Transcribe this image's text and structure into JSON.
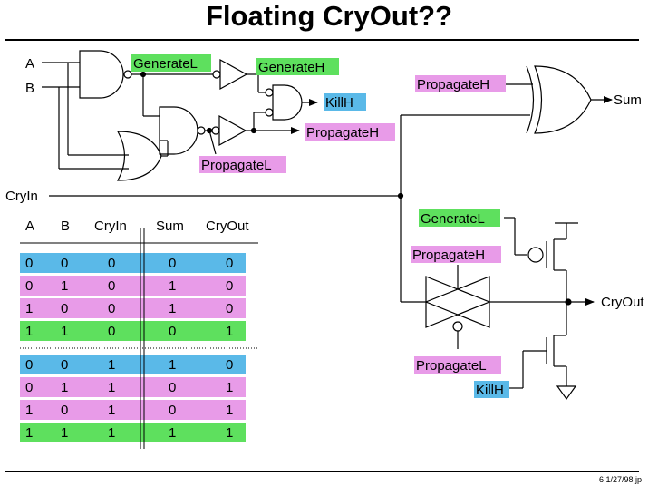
{
  "title": "Floating CryOut??",
  "footer": "6  1/27/98  jp",
  "colors": {
    "green": "#5ee05e",
    "magenta": "#e89be8",
    "blue": "#5ab9e8"
  },
  "labels": {
    "a": "A",
    "b": "B",
    "cryin": "CryIn",
    "generate_l_top": "GenerateL",
    "generate_h": "GenerateH",
    "kill_h_top": "KillH",
    "propagate_h_mid": "PropagateH",
    "propagate_l_mid": "PropagateL",
    "propagate_h_xor": "PropagateH",
    "sum": "Sum",
    "generate_l_right": "GenerateL",
    "propagate_h_tgate": "PropagateH",
    "propagate_l_tgate": "PropagateL",
    "kill_h_right": "KillH",
    "cryout": "CryOut"
  },
  "truth_table": {
    "headers": [
      "A",
      "B",
      "CryIn",
      "Sum",
      "CryOut"
    ],
    "rows": [
      {
        "values": [
          "0",
          "0",
          "0",
          "0",
          "0"
        ],
        "color": "blue"
      },
      {
        "values": [
          "0",
          "1",
          "0",
          "1",
          "0"
        ],
        "color": "magenta"
      },
      {
        "values": [
          "1",
          "0",
          "0",
          "1",
          "0"
        ],
        "color": "magenta"
      },
      {
        "values": [
          "1",
          "1",
          "0",
          "0",
          "1"
        ],
        "color": "green"
      },
      {
        "values": [
          "0",
          "0",
          "1",
          "1",
          "0"
        ],
        "color": "blue"
      },
      {
        "values": [
          "0",
          "1",
          "1",
          "0",
          "1"
        ],
        "color": "magenta"
      },
      {
        "values": [
          "1",
          "0",
          "1",
          "0",
          "1"
        ],
        "color": "magenta"
      },
      {
        "values": [
          "1",
          "1",
          "1",
          "1",
          "1"
        ],
        "color": "green"
      }
    ]
  }
}
